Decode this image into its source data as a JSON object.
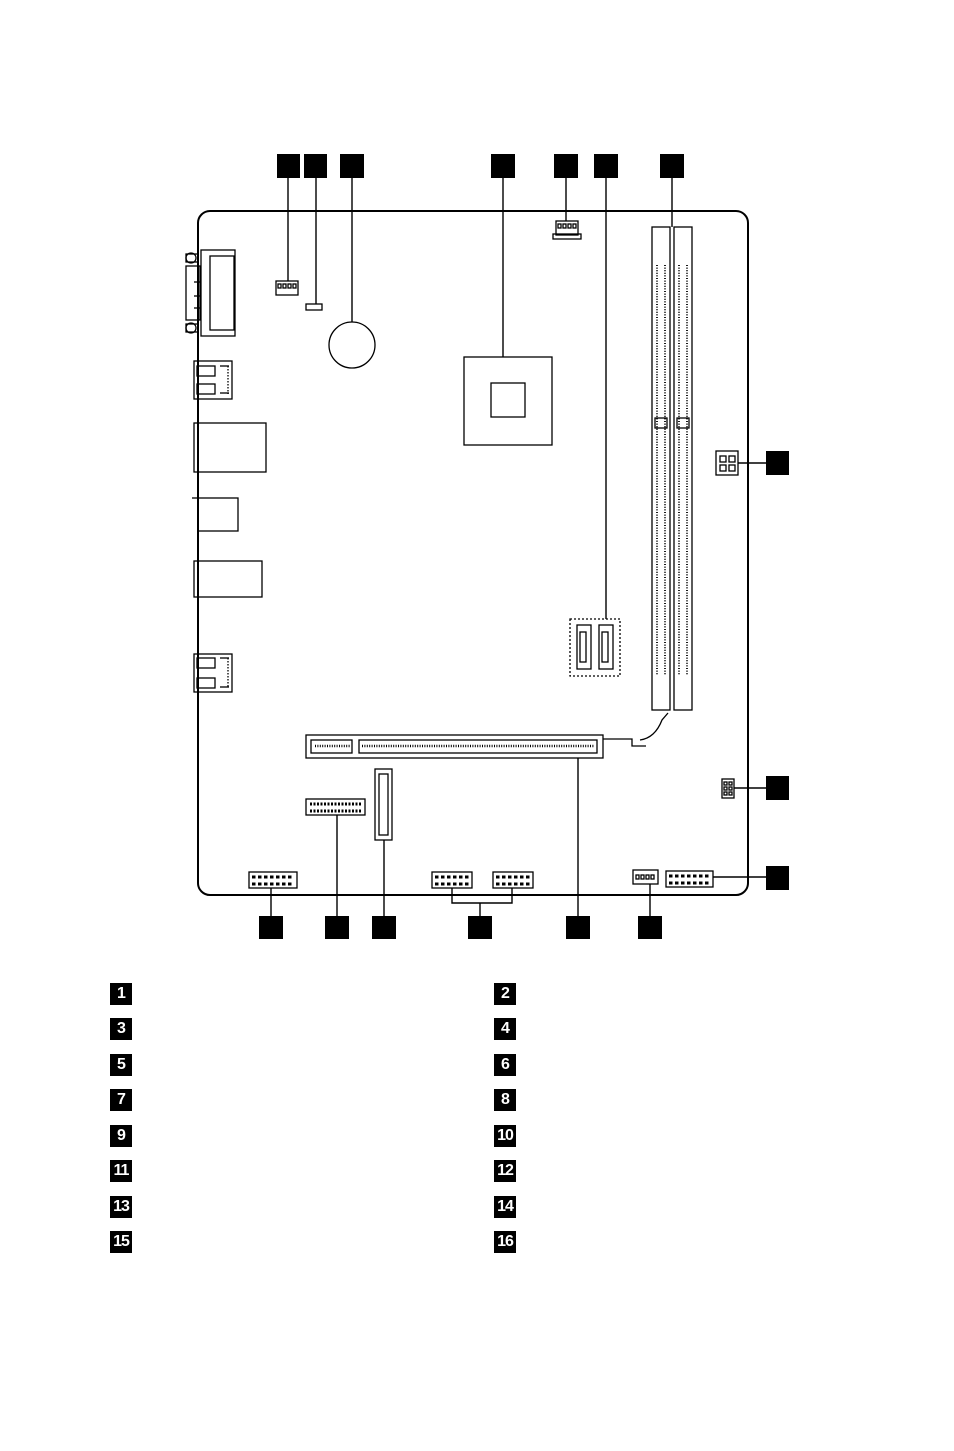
{
  "diagram": {
    "callouts_top": [
      "",
      "",
      "",
      "",
      "",
      "",
      ""
    ],
    "callouts_right": [
      "",
      "",
      ""
    ],
    "callouts_bottom": [
      "",
      "",
      "",
      "",
      "",
      ""
    ]
  },
  "legend": [
    {
      "num": "1",
      "text": ""
    },
    {
      "num": "2",
      "text": ""
    },
    {
      "num": "3",
      "text": ""
    },
    {
      "num": "4",
      "text": ""
    },
    {
      "num": "5",
      "text": ""
    },
    {
      "num": "6",
      "text": ""
    },
    {
      "num": "7",
      "text": ""
    },
    {
      "num": "8",
      "text": ""
    },
    {
      "num": "9",
      "text": ""
    },
    {
      "num": "10",
      "text": ""
    },
    {
      "num": "11",
      "text": ""
    },
    {
      "num": "12",
      "text": ""
    },
    {
      "num": "13",
      "text": ""
    },
    {
      "num": "14",
      "text": ""
    },
    {
      "num": "15",
      "text": ""
    },
    {
      "num": "16",
      "text": ""
    }
  ]
}
